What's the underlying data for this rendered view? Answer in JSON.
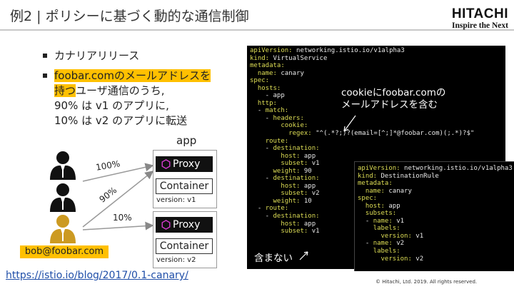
{
  "header": {
    "title": "例2 | ポリシーに基づく動的な通信制御",
    "logo_brand": "HITACHI",
    "logo_tagline": "Inspire the Next"
  },
  "bullets": {
    "item1": "カナリアリリース",
    "item2_highlight_a": "foobar.comのメールアドレスを",
    "item2_highlight_b": "持つ",
    "item2_rest_a": "ユーザ通信のうち,",
    "item2_rest_b": "90% は v1 のアプリに,",
    "item2_rest_c": "10% は v2 のアプリに転送"
  },
  "diagram": {
    "app_label": "app",
    "proxy_label": "Proxy",
    "container_label": "Container",
    "version_v1": "version: v1",
    "version_v2": "version: v2",
    "pct_100": "100%",
    "pct_90": "90%",
    "pct_10": "10%",
    "user_email": "bob@foobar.com"
  },
  "virtual_service_code": [
    "apiVersion: networking.istio.io/v1alpha3",
    "kind: VirtualService",
    "metadata:",
    "  name: canary",
    "spec:",
    "  hosts:",
    "    - app",
    "  http:",
    "  - match:",
    "    - headers:",
    "        cookie:",
    "          regex: \"^(.*?;)?(email=[^;]*@foobar.com)(;.*)?$\"",
    "    route:",
    "    - destination:",
    "        host: app",
    "        subset: v1",
    "      weight: 90",
    "    - destination:",
    "        host: app",
    "        subset: v2",
    "      weight: 10",
    "  - route:",
    "    - destination:",
    "        host: app",
    "        subset: v1"
  ],
  "destination_rule_code": [
    "apiVersion: networking.istio.io/v1alpha3",
    "kind: DestinationRule",
    "metadata:",
    "  name: canary",
    "spec:",
    "  host: app",
    "  subsets:",
    "  - name: v1",
    "    labels:",
    "      version: v1",
    "  - name: v2",
    "    labels:",
    "      version: v2"
  ],
  "annotations": {
    "cookie_line1": "cookieにfoobar.comの",
    "cookie_line2": "メールアドレスを含む",
    "excludes": "含まない"
  },
  "footer": {
    "link": "https://istio.io/blog/2017/0.1-canary/",
    "copyright": "© Hitachi, Ltd. 2019. All rights reserved."
  },
  "colors": {
    "highlight": "#ffc000",
    "code_key": "#dede55",
    "code_bg": "#000000",
    "proxy_hex": "#d63bd0",
    "link": "#1f4ea8"
  }
}
